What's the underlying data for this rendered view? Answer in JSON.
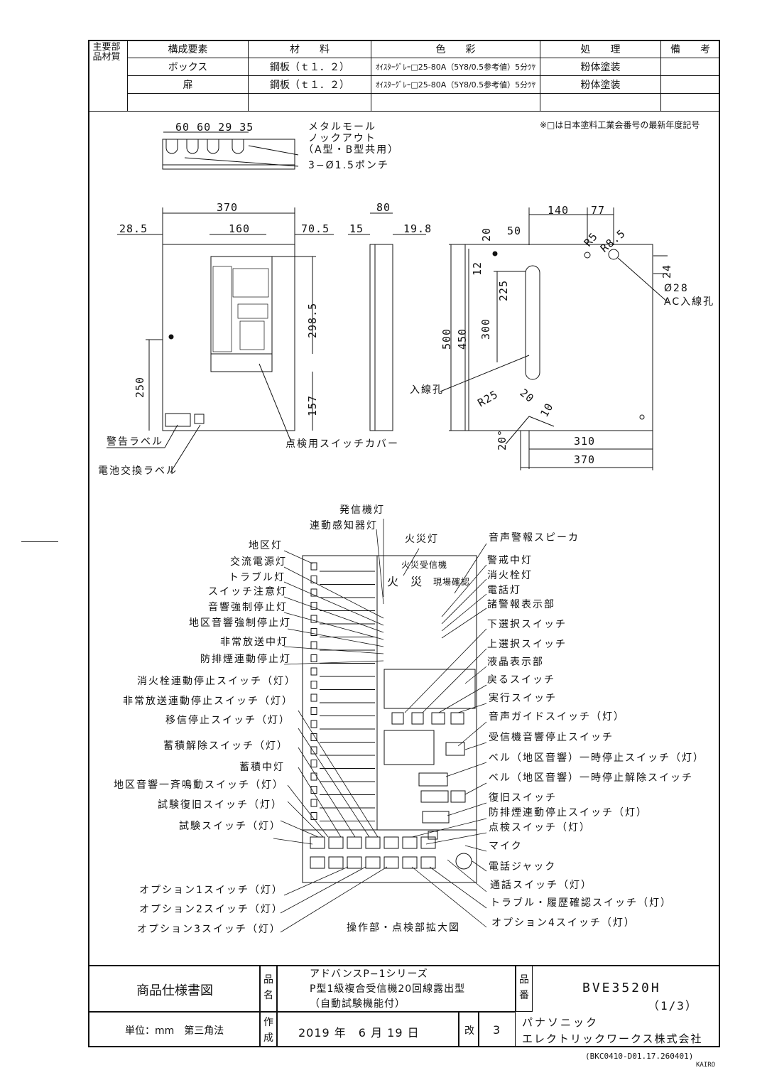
{
  "materials": {
    "side_label": "主要部品材質",
    "headers": [
      "構成要素",
      "材　　料",
      "色　　彩",
      "処　　理",
      "備　　考"
    ],
    "rows": [
      [
        "ボックス",
        "鋼板（ｔ１．２）",
        "ｵｲｽﾀｰｸﾞﾚｰ□25-80A（5Y8/0.5参考値）5分ﾂﾔ",
        "粉体塗装",
        ""
      ],
      [
        "扉",
        "鋼板（ｔ１．２）",
        "ｵｲｽﾀｰｸﾞﾚｰ□25-80A（5Y8/0.5参考値）5分ﾂﾔ",
        "粉体塗装",
        ""
      ]
    ]
  },
  "note": "※□は日本塗料工業会番号の最新年度記号",
  "top_view": {
    "dims": "60 60 29  35",
    "label1": "メタルモール",
    "label2": "ノックアウト",
    "label3": "（A型・B型共用）",
    "label4": "3−Ø1.5ポンチ"
  },
  "front_view": {
    "d370": "370",
    "d28": "28.5",
    "d160": "160",
    "d70": "70.5",
    "d298": "298.5",
    "d157": "157",
    "d250": "250",
    "warning_label": "警告ラベル",
    "battery_label": "電池交換ラベル",
    "cover_label": "点検用スイッチカバー"
  },
  "side_view": {
    "d80": "80",
    "d15": "15",
    "d19": "19.8"
  },
  "back_view": {
    "d140": "140",
    "d77": "77",
    "d20": "20",
    "d50": "50",
    "r5": "R5",
    "r8": "R8.5",
    "d12": "12",
    "d225": "225",
    "d300": "300",
    "d500": "500",
    "d450": "450",
    "d24": "24",
    "ac1": "Ø28",
    "ac2": "AC入線孔",
    "inlet": "入線孔",
    "r25": "R25",
    "d20b": "20",
    "d10": "10",
    "deg": "20°",
    "d310": "310",
    "d370": "370"
  },
  "panel": {
    "title": "火災受信機",
    "fire": "火 災",
    "confirm": "現場確認",
    "caption": "操作部・点検部拡大図"
  },
  "callouts_left": [
    "発信機灯",
    "連動感知器灯",
    "地区灯",
    "交流電源灯",
    "トラブル灯",
    "スイッチ注意灯",
    "音響強制停止灯",
    "地区音響強制停止灯",
    "非常放送中灯",
    "防排煙連動停止灯",
    "消火栓連動停止スイッチ（灯）",
    "非常放送連動停止スイッチ（灯）",
    "移信停止スイッチ（灯）",
    "蓄積解除スイッチ（灯）",
    "蓄積中灯",
    "地区音響一斉鳴動スイッチ（灯）",
    "試験復旧スイッチ（灯）",
    "試験スイッチ（灯）",
    "オプション1スイッチ（灯）",
    "オプション2スイッチ（灯）",
    "オプション3スイッチ（灯）"
  ],
  "callouts_right": [
    "火災灯",
    "音声警報スピーカ",
    "警戒中灯",
    "消火栓灯",
    "電話灯",
    "諸警報表示部",
    "下選択スイッチ",
    "上選択スイッチ",
    "液晶表示部",
    "戻るスイッチ",
    "実行スイッチ",
    "音声ガイドスイッチ（灯）",
    "受信機音響停止スイッチ",
    "ベル（地区音響）一時停止スイッチ（灯）",
    "ベル（地区音響）一時停止解除スイッチ",
    "復旧スイッチ",
    "防排煙連動停止スイッチ（灯）",
    "点検スイッチ（灯）",
    "マイク",
    "電話ジャック",
    "通話スイッチ（灯）",
    "トラブル・履歴確認スイッチ（灯）",
    "オプション4スイッチ（灯）"
  ],
  "title_block": {
    "doc": "商品仕様書図",
    "name_label": "品名",
    "name1": "アドバンスP−1シリーズ",
    "name2": "P型1級複合受信機20回線露出型",
    "name3": "（自動試験機能付）",
    "no_label": "品番",
    "part": "BVE3520H",
    "sheet": "（1/3）",
    "unit": "単位：mm　第三角法",
    "made_label": "作成",
    "date": "2019 年　6 月 19 日",
    "rev_label": "改",
    "rev": "3",
    "company1": "パナソニック",
    "company2": "エレクトリックワークス株式会社"
  },
  "footer": {
    "code": "(BKC0410-D01.17.260401)",
    "author": "KAIRO"
  }
}
